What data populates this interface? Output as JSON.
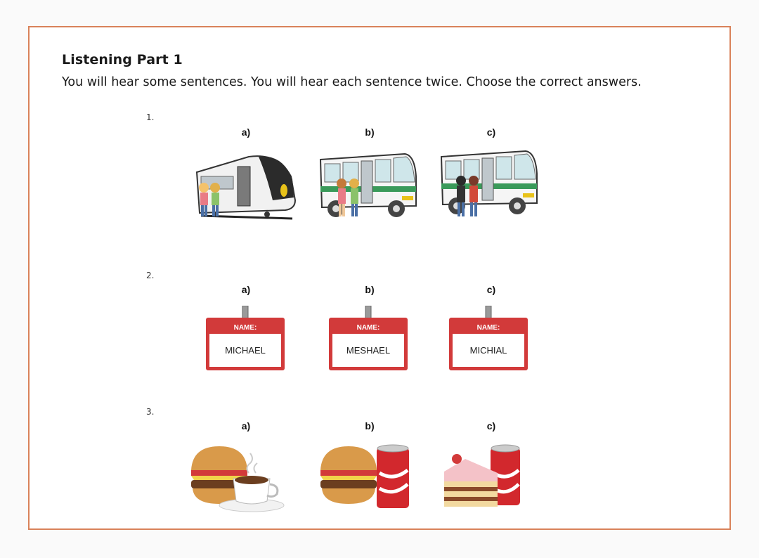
{
  "title": "Listening Part 1",
  "instructions": "You will hear some sentences. You will hear each sentence twice. Choose the correct answers.",
  "questions": [
    {
      "number": "1.",
      "options": [
        {
          "label": "a)",
          "icon": "train-with-people-icon"
        },
        {
          "label": "b)",
          "icon": "bus-with-women-icon"
        },
        {
          "label": "c)",
          "icon": "bus-with-men-icon"
        }
      ]
    },
    {
      "number": "2.",
      "options": [
        {
          "label": "a)",
          "badge_header": "NAME:",
          "badge_name": "MICHAEL"
        },
        {
          "label": "b)",
          "badge_header": "NAME:",
          "badge_name": "MESHAEL"
        },
        {
          "label": "c)",
          "badge_header": "NAME:",
          "badge_name": "MICHIAL"
        }
      ]
    },
    {
      "number": "3.",
      "options": [
        {
          "label": "a)",
          "icon": "burger-and-coffee-icon"
        },
        {
          "label": "b)",
          "icon": "burger-and-soda-icon"
        },
        {
          "label": "c)",
          "icon": "cake-and-soda-icon"
        }
      ]
    }
  ],
  "colors": {
    "frame_border": "#d9825a",
    "badge_red": "#d23a3a",
    "bus_green": "#3a9a5a",
    "soda_red": "#d2282d"
  }
}
